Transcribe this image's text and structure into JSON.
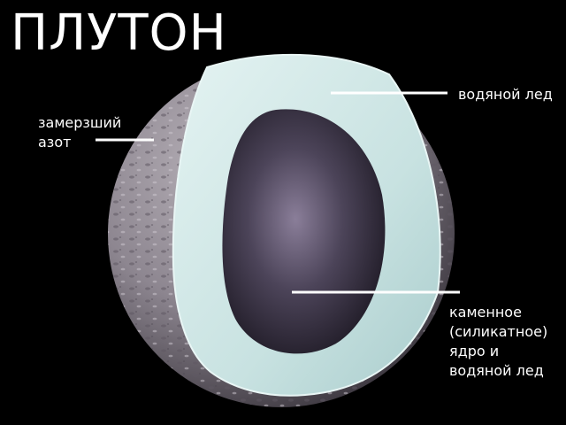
{
  "title": "ПЛУТОН",
  "labels": {
    "frozen_nitrogen": "замерзший\nазот",
    "water_ice": "водяной лед",
    "rocky_core": "каменное\n(силикатное)\nядро и\nводяной лед"
  },
  "colors": {
    "background": "#000000",
    "text": "#ffffff",
    "surface": "#8f8890",
    "ice_layer": "#cfe6e6",
    "core": "#3a3445",
    "leader_lines": "#ffffff"
  }
}
